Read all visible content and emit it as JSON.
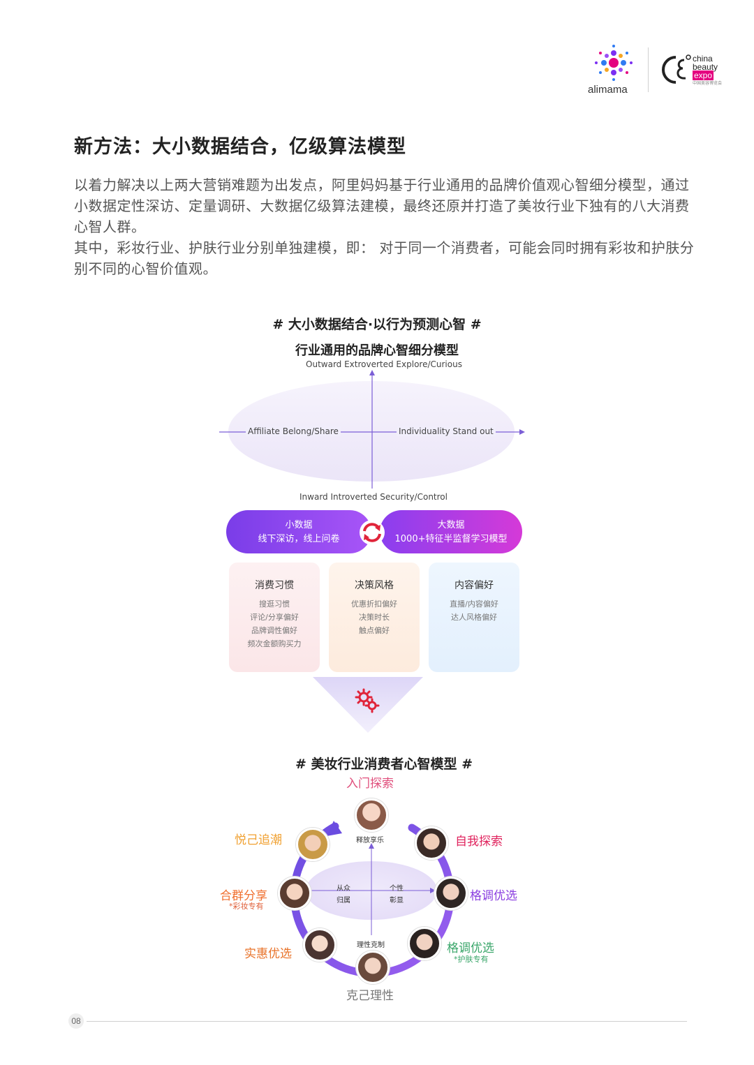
{
  "header": {
    "alimama_logo_text": "alimama",
    "cbe_logo_line1": "china",
    "cbe_logo_line2": "beauty",
    "cbe_logo_line3": "expo",
    "cbe_logo_sub": "中国美容博览会",
    "cbe_mark": "CBE"
  },
  "title": "新方法：大小数据结合，亿级算法模型",
  "paragraphs": [
    "以着力解决以上两大营销难题为出发点，阿里妈妈基于行业通用的品牌价值观心智细分模型，通过小数据定性深访、定量调研、大数据亿级算法建模，最终还原并打造了美妆行业下独有的八大消费心智人群。",
    "其中，彩妆行业、护肤行业分别单独建模，即： 对于同一个消费者，可能会同时拥有彩妆和护肤分别不同的心智价值观。"
  ],
  "diagram1": {
    "hashtag": "# 大小数据结合·以行为预测心智 #",
    "model_title": "行业通用的品牌心智细分模型",
    "axis_top": "Outward Extroverted  Explore/Curious",
    "axis_bottom": "Inward Introverted Security/Control",
    "axis_left": "Affiliate Belong/Share",
    "axis_right": "Individuality  Stand out",
    "small_data": {
      "title": "小数据",
      "desc": "线下深访，线上问卷"
    },
    "big_data": {
      "title": "大数据",
      "desc": "1000+特征半监督学习模型"
    },
    "cards": [
      {
        "title": "消费习惯",
        "items": [
          "搜逛习惯",
          "评论/分享偏好",
          "品牌调性偏好",
          "频次金额购买力"
        ]
      },
      {
        "title": "决策风格",
        "items": [
          "优惠折扣偏好",
          "决策时长",
          "触点偏好"
        ]
      },
      {
        "title": "内容偏好",
        "items": [
          "直播/内容偏好",
          "达人风格偏好"
        ]
      }
    ]
  },
  "diagram2": {
    "hashtag": "# 美妆行业消费者心智模型 #",
    "top": "入门探索",
    "bottom": "克己理性",
    "inner_top": "释放享乐",
    "inner_bottom": "理性克制",
    "inner_left_1": "从众",
    "inner_left_2": "归属",
    "inner_right_1": "个性",
    "inner_right_2": "彰显",
    "segments": {
      "yueji": "悦己追潮",
      "ziwo": "自我探索",
      "hequn": "合群分享",
      "hequn_note": "*彩妆专有",
      "gediao1": "格调优选",
      "shihui": "实惠优选",
      "gediao2": "格调优选",
      "gediao2_note": "*护肤专有"
    },
    "colors": {
      "yueji": "#f0a030",
      "ziwo": "#e0245e",
      "hequn": "#f07030",
      "gediao1": "#8a3ee0",
      "shihui": "#e8732a",
      "gediao2": "#3aa66a"
    }
  },
  "footer": {
    "page": "08"
  }
}
